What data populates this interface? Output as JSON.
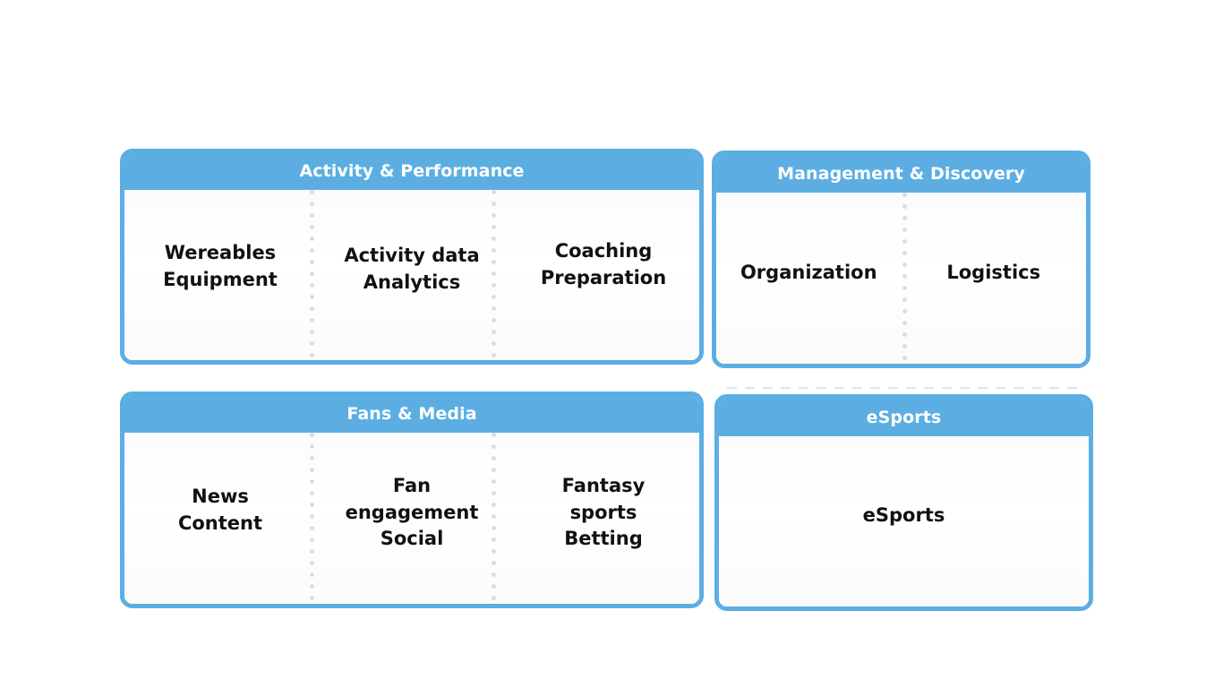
{
  "diagram": {
    "background_color": "#ffffff",
    "accent_color": "#5caee2",
    "divider_color": "#dcdcdc",
    "text_color": "#111111",
    "cards": [
      {
        "id": "activity-performance",
        "title": "Activity & Performance",
        "cells": [
          {
            "label": "Wereables\nEquipment"
          },
          {
            "label": "Activity data\nAnalytics"
          },
          {
            "label": "Coaching\nPreparation"
          }
        ]
      },
      {
        "id": "management-discovery",
        "title": "Management & Discovery",
        "cells": [
          {
            "label": "Organization"
          },
          {
            "label": "Logistics"
          }
        ]
      },
      {
        "id": "fans-media",
        "title": "Fans & Media",
        "cells": [
          {
            "label": "News\nContent"
          },
          {
            "label": "Fan\nengagement\nSocial"
          },
          {
            "label": "Fantasy\nsports\nBetting"
          }
        ]
      },
      {
        "id": "esports",
        "title": "eSports",
        "cells": [
          {
            "label": "eSports"
          }
        ]
      }
    ]
  }
}
